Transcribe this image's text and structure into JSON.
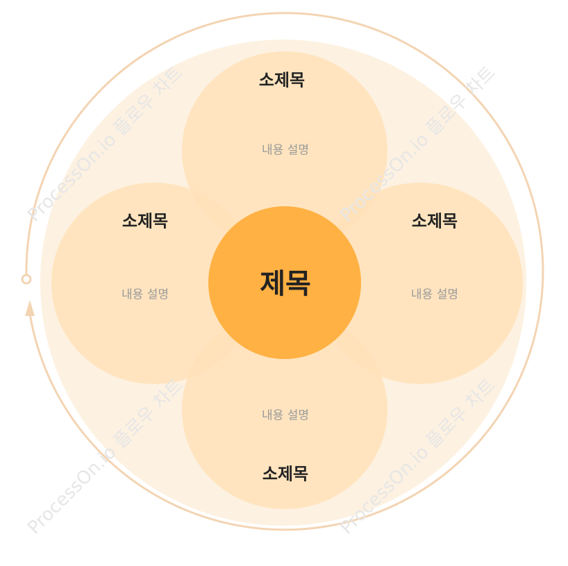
{
  "diagram": {
    "title": "제목",
    "petals": [
      {
        "id": "top",
        "subtitle": "소제목",
        "description": "내용 설명"
      },
      {
        "id": "left",
        "subtitle": "소제목",
        "description": "내용 설명"
      },
      {
        "id": "right",
        "subtitle": "소제목",
        "description": "내용 설명"
      },
      {
        "id": "bottom",
        "subtitle": "소제목",
        "description": "내용 설명"
      }
    ]
  },
  "watermarks": [
    "ProcessOn.io 플로우 차트",
    "ProcessOn.io 플로우 차트",
    "ProcessOn.io 플로우 차트",
    "ProcessOn.io 플로우 차트"
  ],
  "colors": {
    "outer_ring": "#f3d4b3",
    "outer_fill": "#fdf1e1",
    "petal_fill": "#ffe2b8",
    "petal_overlap": "#ffd29a",
    "center_fill": "#ffb143",
    "title_text": "#222222",
    "desc_text": "#9a9a9a"
  }
}
